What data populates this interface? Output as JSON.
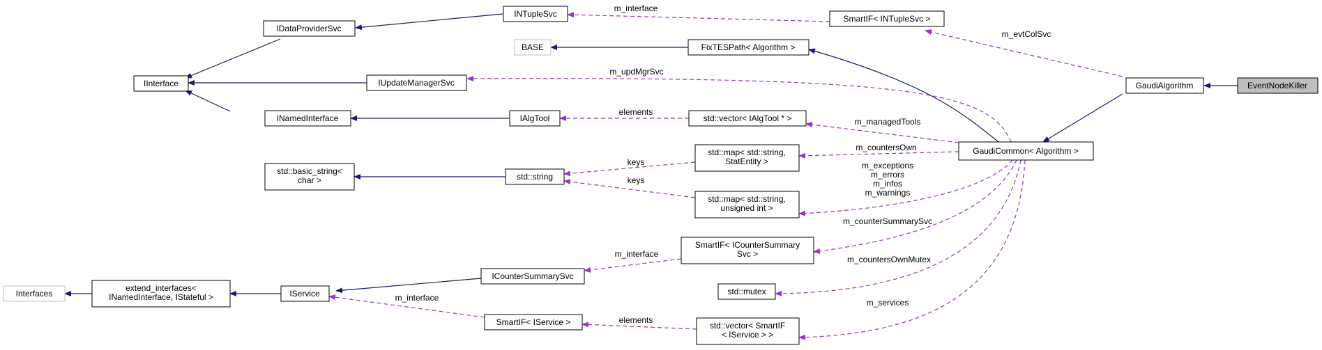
{
  "colors": {
    "inheritance_edge": "#191970",
    "usage_edge": "#9a32cd",
    "node_border": "#000000",
    "external_node_border": "#bfbfbf",
    "focus_node_fill": "#bfbfbf"
  },
  "nodes": {
    "ntuplesvc": [
      "INTupleSvc"
    ],
    "dataprovidersvc": [
      "IDataProviderSvc"
    ],
    "iinterface": [
      "IInterface"
    ],
    "base": [
      "BASE"
    ],
    "updatemanagersvc": [
      "IUpdateManagerSvc"
    ],
    "namedinterface": [
      "INamedInterface"
    ],
    "algtool": [
      "IAlgTool"
    ],
    "basicstring": [
      "std::basic_string<",
      "char >"
    ],
    "stdstring": [
      "std::string"
    ],
    "interfaces": [
      "Interfaces"
    ],
    "extendinterfaces": [
      "extend_interfaces<",
      "INamedInterface, IStateful >"
    ],
    "iservice": [
      "IService"
    ],
    "countersummarysvc": [
      "ICounterSummarySvc"
    ],
    "smartif_iservice": [
      "SmartIF< IService >"
    ],
    "smartif_ntuple": [
      "SmartIF< INTupleSvc >"
    ],
    "fixtespath": [
      "FixTESPath< Algorithm >"
    ],
    "vector_algtool": [
      "std::vector< IAlgTool * >"
    ],
    "map_statentity": [
      "std::map< std::string,",
      "StatEntity >"
    ],
    "map_uint": [
      "std::map< std::string,",
      "unsigned int >"
    ],
    "smartif_countersummary": [
      "SmartIF< ICounterSummary",
      "Svc >"
    ],
    "mutex": [
      "std::mutex"
    ],
    "vector_smartif": [
      "std::vector< SmartIF",
      "< IService > >"
    ],
    "gaudicommon": [
      "GaudiCommon< Algorithm >"
    ],
    "gaudialgorithm": [
      "GaudiAlgorithm"
    ],
    "eventnodekiller": [
      "EventNodeKiller"
    ]
  },
  "edge_labels": {
    "ntuple_interface": [
      "m_interface"
    ],
    "evtcolsvc": [
      "m_evtColSvc"
    ],
    "updmgrsvc": [
      "m_updMgrSvc"
    ],
    "elements_tool": [
      "elements"
    ],
    "managedtools": [
      "m_managedTools"
    ],
    "keys1": [
      "keys"
    ],
    "keys2": [
      "keys"
    ],
    "countersown": [
      "m_countersOwn"
    ],
    "errors_group": [
      "m_exceptions",
      "m_errors",
      "m_infos",
      "m_warnings"
    ],
    "countersummarysvc": [
      "m_counterSummarySvc"
    ],
    "countersummary_interface": [
      "m_interface"
    ],
    "mutex": [
      "m_countersOwnMutex"
    ],
    "service_interface": [
      "m_interface"
    ],
    "elements_service": [
      "elements"
    ],
    "services": [
      "m_services"
    ]
  }
}
